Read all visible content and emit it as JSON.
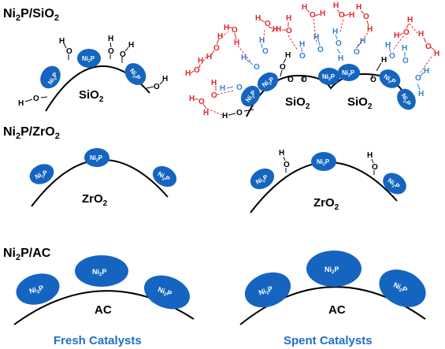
{
  "rows": {
    "silica": {
      "title_main": "Ni",
      "title_sub1": "2",
      "title_mid": "P/SiO",
      "title_sub2": "2"
    },
    "zirconia": {
      "title_main": "Ni",
      "title_sub1": "2",
      "title_mid": "P/ZrO",
      "title_sub2": "2"
    },
    "carbon": {
      "title_main": "Ni",
      "title_sub1": "2",
      "title_mid": "P/AC"
    }
  },
  "supports": {
    "sio2_main": "SiO",
    "sio2_sub": "2",
    "zro2_main": "ZrO",
    "zro2_sub": "2",
    "ac": "AC"
  },
  "particle_label": {
    "main": "Ni",
    "sub": "2",
    "tail": "P"
  },
  "atoms": {
    "hydrogen": "H",
    "oxygen": "O"
  },
  "columns": {
    "fresh": "Fresh Catalysts",
    "spent": "Spent Catalysts"
  },
  "colors": {
    "particle": "#1565c0",
    "water": "#e3242b",
    "hydroxyl_blue": "#2f7fd0",
    "column_label": "#1f6fc8"
  }
}
